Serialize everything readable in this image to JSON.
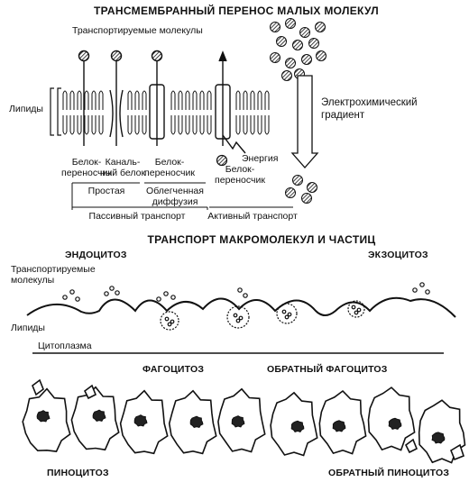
{
  "top": {
    "title": "ТРАНСМЕМБРАННЫЙ ПЕРЕНОС МАЛЫХ МОЛЕКУЛ",
    "transported_molecules": "Транспортируемые молекулы",
    "lipids": "Липиды",
    "carrier_1": [
      "Белок-",
      "переносчик"
    ],
    "channel_protein": [
      "Каналь-",
      "ный белок"
    ],
    "carrier_2": [
      "Белок-",
      "переносчик"
    ],
    "carrier_3": [
      "Белок-",
      "переносчик"
    ],
    "simple": "Простая",
    "facilitated": [
      "Облегченная",
      "диффузия"
    ],
    "passive_transport": "Пассивный транспорт",
    "active_transport": "Активный транспорт",
    "energy": "Энергия",
    "gradient": [
      "Электрохимический",
      "градиент"
    ]
  },
  "bottom": {
    "title": "ТРАНСПОРТ МАКРОМОЛЕКУЛ И ЧАСТИЦ",
    "endocytosis": "ЭНДОЦИТОЗ",
    "exocytosis": "ЭКЗОЦИТОЗ",
    "transported_molecules": [
      "Транспортируемые",
      "молекулы"
    ],
    "lipids": "Липиды",
    "cytoplasm": "Цитоплазма",
    "phagocytosis": "ФАГОЦИТОЗ",
    "reverse_phagocytosis": "ОБРАТНЫЙ ФАГОЦИТОЗ",
    "pinocytosis": "ПИНОЦИТОЗ",
    "reverse_pinocytosis": "ОБРАТНЫЙ ПИНОЦИТОЗ"
  }
}
